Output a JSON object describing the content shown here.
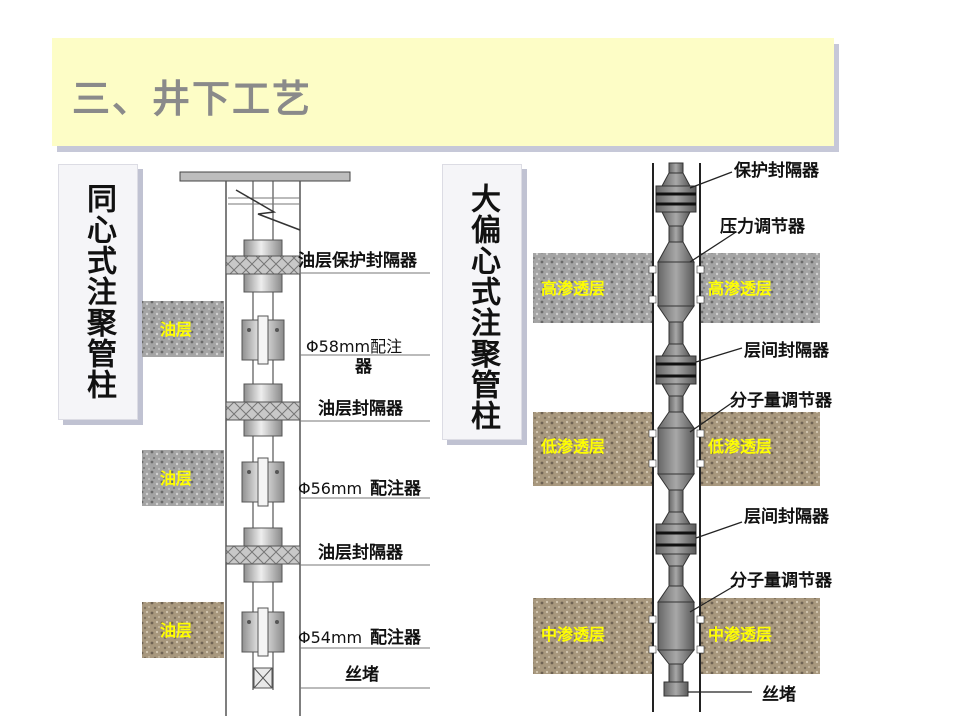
{
  "title": "三、井下工艺",
  "left": {
    "tab": "同心式注聚管柱",
    "layer": "油层",
    "labels": {
      "protect_packer": "油层保护封隔器",
      "inj58_a": "Φ58mm配注",
      "inj58_b": "器",
      "packer1": "油层封隔器",
      "inj56_num": "Φ56mm",
      "inj56_txt": "配注器",
      "packer2": "油层封隔器",
      "inj54_num": "Φ54mm",
      "inj54_txt": "配注器",
      "plug": "丝堵"
    }
  },
  "right": {
    "tab": "大偏心式注聚管柱",
    "layers": {
      "high": "高渗透层",
      "low": "低渗透层",
      "mid": "中渗透层"
    },
    "labels": {
      "protect_packer": "保护封隔器",
      "pressure_reg": "压力调节器",
      "packer1": "层间封隔器",
      "mw_reg1": "分子量调节器",
      "packer2": "层间封隔器",
      "mw_reg2": "分子量调节器",
      "plug": "丝堵"
    }
  },
  "colors": {
    "oil_layer": "#a0a0a0",
    "sand_layer": "#a89a80",
    "label_yellow": "#ffff00",
    "banner": "#fdfdc6"
  }
}
